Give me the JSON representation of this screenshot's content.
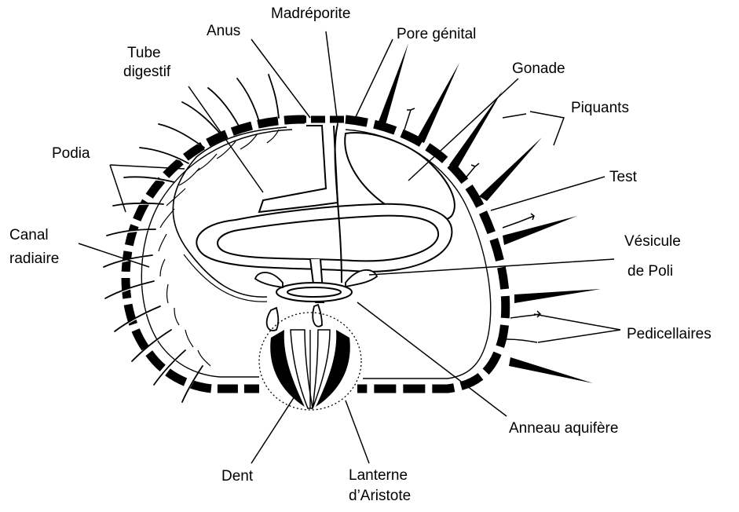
{
  "labels": {
    "madreporite": "Madréporite",
    "anus": "Anus",
    "pore_genital": "Pore génital",
    "tube_digestif_1": "Tube",
    "tube_digestif_2": "digestif",
    "gonade": "Gonade",
    "piquants": "Piquants",
    "podia": "Podia",
    "test": "Test",
    "canal_radiaire_1": "Canal",
    "canal_radiaire_2": "radiaire",
    "vesicule_poli_1": "Vésicule",
    "vesicule_poli_2": "de Poli",
    "pedicellaires": "Pedicellaires",
    "anneau_aquifere": "Anneau aquifère",
    "dent": "Dent",
    "lanterne_1": "Lanterne",
    "lanterne_2": "d’Aristote"
  },
  "colors": {
    "ink": "#000000",
    "paper": "#ffffff"
  }
}
